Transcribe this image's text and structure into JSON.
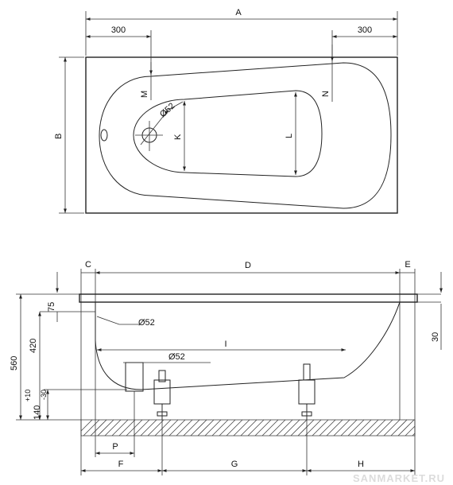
{
  "labels": {
    "dim_a": "A",
    "dim_b": "B",
    "dim_300_left": "300",
    "dim_300_right": "300",
    "dim_m": "M",
    "dim_n": "N",
    "dim_k": "K",
    "dim_l": "L",
    "dia_top": "Ø52",
    "dim_c": "C",
    "dim_d": "D",
    "dim_e": "E",
    "dim_560": "560",
    "dim_420": "420",
    "dim_75": "75",
    "dim_30": "30",
    "dia_side": "Ø52",
    "dia_drain": "Ø52",
    "dim_i": "I",
    "tol_plus": "+10",
    "dim_140": "140",
    "tol_minus": "-30",
    "dim_p": "P",
    "dim_f": "F",
    "dim_g": "G",
    "dim_h": "H"
  },
  "watermark": "SANMARKET.RU"
}
